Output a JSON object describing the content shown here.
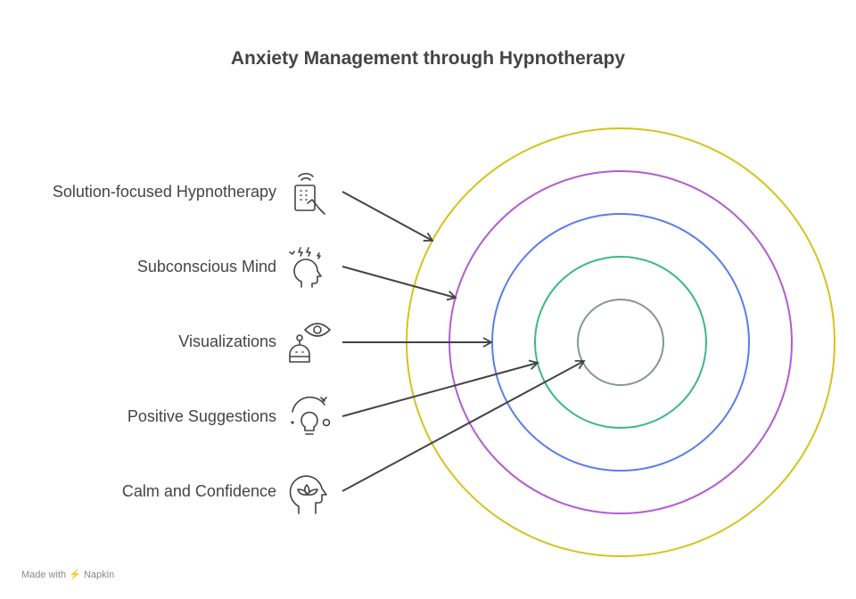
{
  "title": "Anxiety Management through Hypnotherapy",
  "items": [
    {
      "label": "Solution-focused Hypnotherapy",
      "icon": "remote-control-hand-icon",
      "ring_color": "#d8c21b"
    },
    {
      "label": "Subconscious Mind",
      "icon": "head-thoughts-icon",
      "ring_color": "#b35ccf"
    },
    {
      "label": "Visualizations",
      "icon": "robot-eye-icon",
      "ring_color": "#5a7ee8"
    },
    {
      "label": "Positive Suggestions",
      "icon": "lightbulb-icon",
      "ring_color": "#3db884"
    },
    {
      "label": "Calm and Confidence",
      "icon": "lotus-head-icon",
      "ring_color": "#889490"
    }
  ],
  "footer": "Made with ⚡ Napkin"
}
